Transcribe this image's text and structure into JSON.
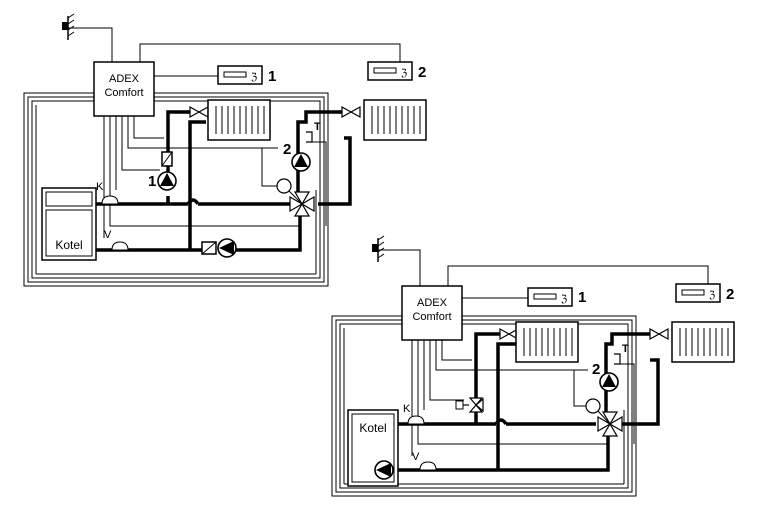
{
  "diagrams": [
    {
      "controller": {
        "line1": "ADEX",
        "line2": "Comfort"
      },
      "thermostat_1": "1",
      "thermostat_2": "2",
      "boiler": "Kotel",
      "sensor_k": "K",
      "sensor_v": "V",
      "pump_1": "1",
      "pump_2": "2",
      "sensor_t": "T"
    },
    {
      "controller": {
        "line1": "ADEX",
        "line2": "Comfort"
      },
      "thermostat_1": "1",
      "thermostat_2": "2",
      "boiler": "Kotel",
      "sensor_k": "K",
      "sensor_v": "V",
      "pump_2": "2",
      "sensor_t": "T"
    }
  ]
}
